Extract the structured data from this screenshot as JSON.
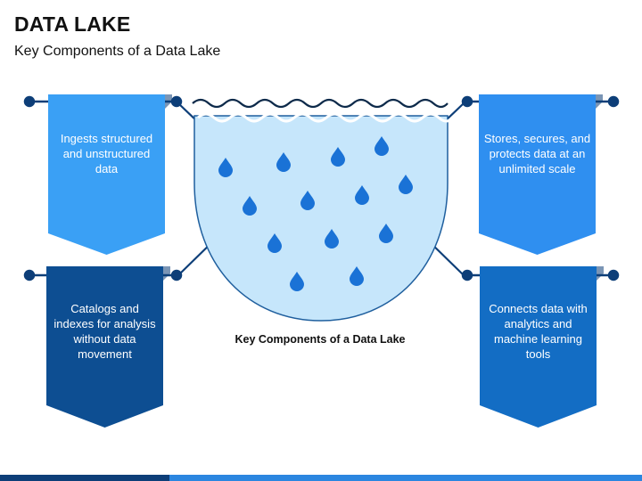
{
  "header": {
    "title": "DATA LAKE",
    "subtitle": "Key Components of a Data Lake"
  },
  "diagram": {
    "caption": "Key Components of a Data Lake",
    "components": [
      {
        "id": "ingest",
        "text": "Ingests structured and unstructured data",
        "color": "#3aa0f5"
      },
      {
        "id": "store",
        "text": "Stores, secures, and protects data at an unlimited scale",
        "color": "#2f8ff0"
      },
      {
        "id": "catalog",
        "text": "Catalogs and indexes for analysis without data movement",
        "color": "#0d4e92"
      },
      {
        "id": "connect",
        "text": "Connects data with analytics and machine learning tools",
        "color": "#136dc4"
      }
    ],
    "colors": {
      "lake_fill": "#c6e6fb",
      "lake_outline": "#1f5f9e",
      "water_wave": "#ffffff",
      "drop": "#1a72d6",
      "rod": "#0d3e78"
    }
  }
}
